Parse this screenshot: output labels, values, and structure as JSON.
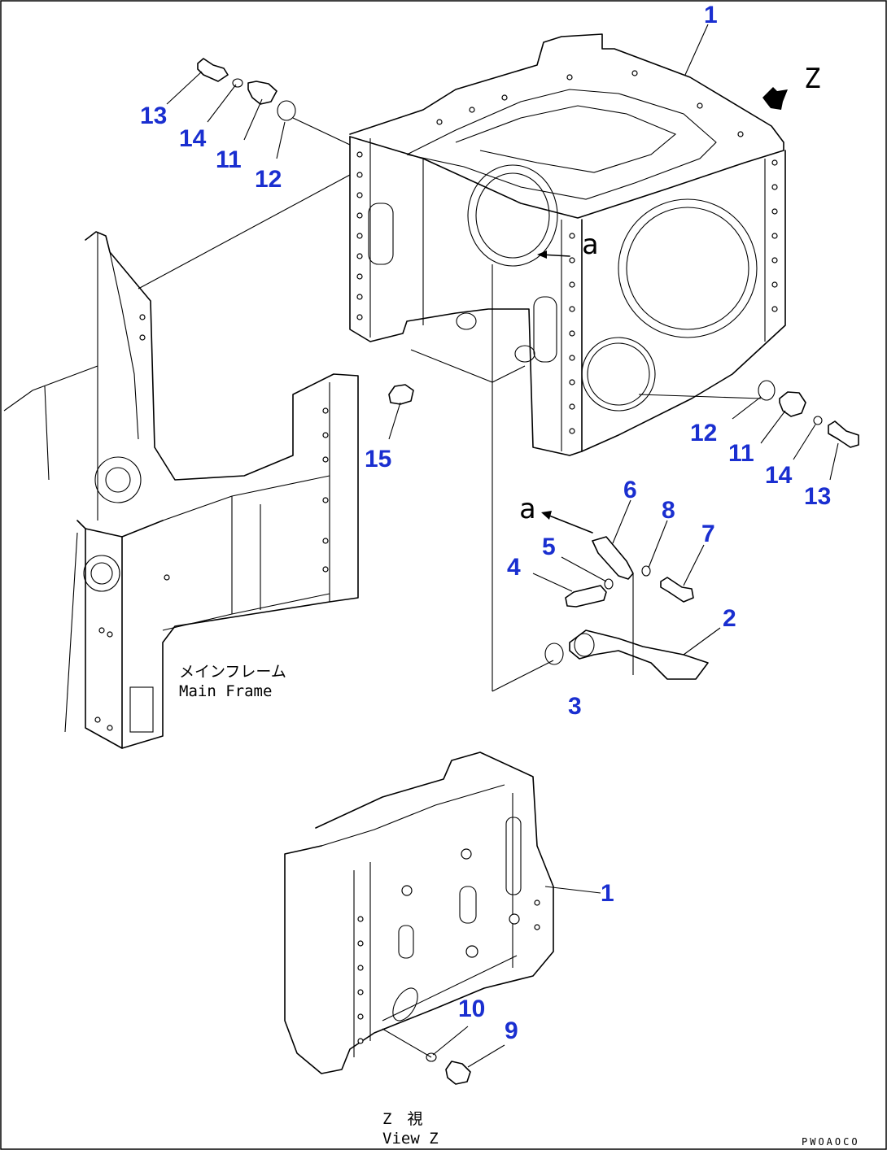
{
  "labels": {
    "main_frame_jp": "メインフレーム",
    "main_frame_en": "Main Frame",
    "view_jp": "Z　視",
    "view_en": "View Z",
    "view_arrow_letter": "Z",
    "ref_letter": "a",
    "drawing_code": "PWOAOCO"
  },
  "callouts": [
    {
      "id": "c1-top",
      "text": "1"
    },
    {
      "id": "c13-left",
      "text": "13"
    },
    {
      "id": "c14-left",
      "text": "14"
    },
    {
      "id": "c11-left",
      "text": "11"
    },
    {
      "id": "c12-left",
      "text": "12"
    },
    {
      "id": "c15",
      "text": "15"
    },
    {
      "id": "c12-right",
      "text": "12"
    },
    {
      "id": "c11-right",
      "text": "11"
    },
    {
      "id": "c14-right",
      "text": "14"
    },
    {
      "id": "c13-right",
      "text": "13"
    },
    {
      "id": "c6",
      "text": "6"
    },
    {
      "id": "c8",
      "text": "8"
    },
    {
      "id": "c5",
      "text": "5"
    },
    {
      "id": "c7",
      "text": "7"
    },
    {
      "id": "c4",
      "text": "4"
    },
    {
      "id": "c2",
      "text": "2"
    },
    {
      "id": "c3",
      "text": "3"
    },
    {
      "id": "c1-bottom",
      "text": "1"
    },
    {
      "id": "c10",
      "text": "10"
    },
    {
      "id": "c9",
      "text": "9"
    }
  ]
}
